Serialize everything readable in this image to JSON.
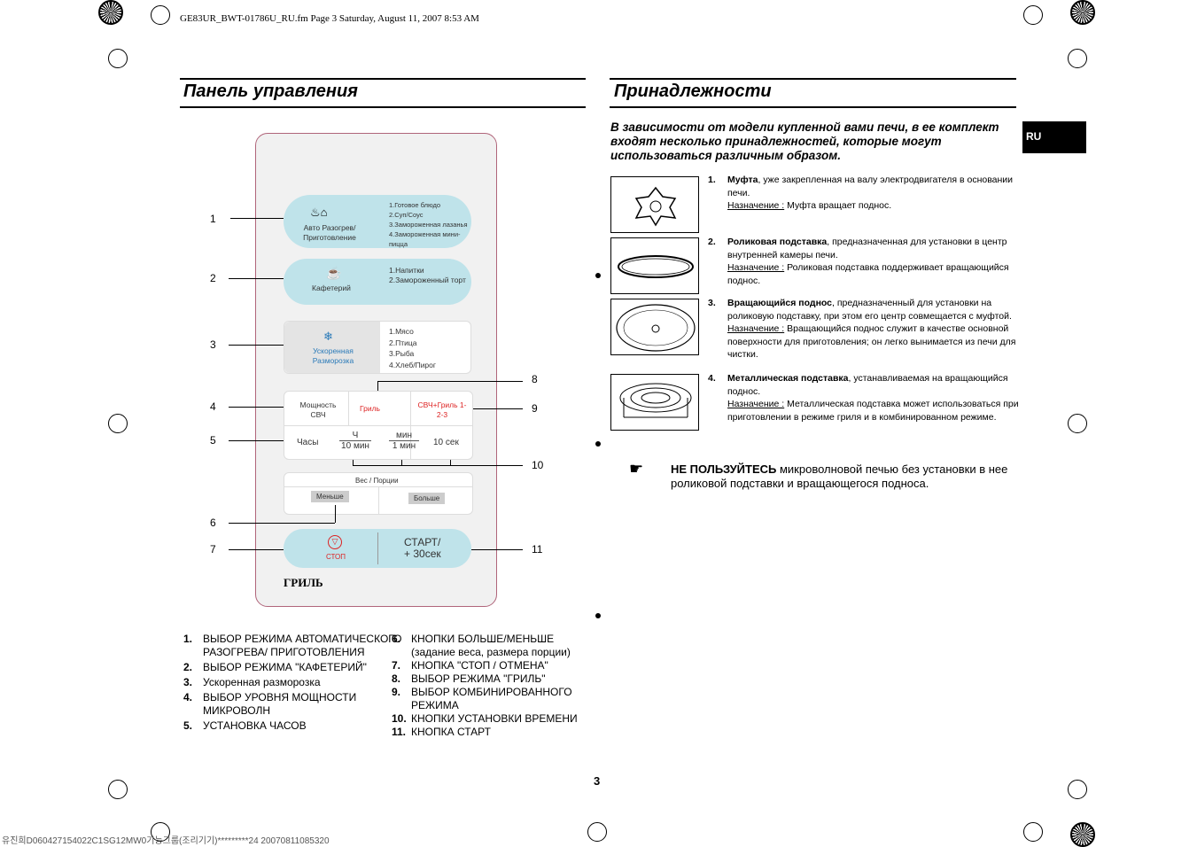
{
  "header": "GE83UR_BWT-01786U_RU.fm  Page 3  Saturday, August 11, 2007  8:53 AM",
  "left_title": "Панель управления",
  "right_title": "Принадлежности",
  "lang_tab": "RU",
  "intro": "В зависимости от модели купленной вами печи, в ее комплект входят несколько принадлежностей, которые могут использоваться различным образом.",
  "accessories": [
    {
      "num": "1.",
      "name": "Муфта",
      "desc": ", уже закрепленная на валу электродвигателя в основании печи.",
      "purpose_label": "Назначение :",
      "purpose": " Муфта вращает поднос."
    },
    {
      "num": "2.",
      "name": "Роликовая подставка",
      "desc": ", предназначенная для установки в центр внутренней камеры печи.",
      "purpose_label": "Назначение :",
      "purpose": " Роликовая подставка поддерживает вращающийся поднос."
    },
    {
      "num": "3.",
      "name": "Вращающийся поднос",
      "desc": ", предназначенный для установки на роликовую подставку, при этом его центр совмещается с муфтой.",
      "purpose_label": "Назначение :",
      "purpose": " Вращающийся поднос служит в качестве основной поверхности для приготовления; он легко вынимается из печи для чистки."
    },
    {
      "num": "4.",
      "name": "Металлическая подставка",
      "desc": ", устанавливаемая на вращающийся поднос.",
      "purpose_label": "Назначение :",
      "purpose": " Металлическая подставка может использоваться при приготовлении в режиме гриля и в комбинированном режиме."
    }
  ],
  "note_bold": "НЕ ПОЛЬЗУЙТЕСЬ",
  "note_rest": " микроволновой печью без установки в нее роликовой подставки и вращающегося подноса.",
  "panel": {
    "auto_label": "Авто Разогрев/ Приготовление",
    "auto_items": [
      "1.Готовое блюдо",
      "2.Суп/Соус",
      "3.Замороженная лазанья",
      "4.Замороженная мини-пицца"
    ],
    "cafe_label": "Кафетерий",
    "cafe_items": [
      "1.Напитки",
      "2.Замороженный торт"
    ],
    "defrost_label": "Ускоренная Разморозка",
    "defrost_items": [
      "1.Мясо",
      "2.Птица",
      "3.Рыба",
      "4.Хлеб/Пирог"
    ],
    "power": "Мощность СВЧ",
    "grill": "Гриль",
    "combo": "СВЧ+Гриль 1-2-3",
    "clock": "Часы",
    "hour_top": "Ч",
    "hour_bot": "10 мин",
    "min_top": "мин",
    "min_bot": "1 мин",
    "sec10": "10 сек",
    "weight": "Вес / Порции",
    "less": "Меньше",
    "more": "Больше",
    "stop": "СТОП",
    "start": "СТАРТ/",
    "plus30": "+ 30сек",
    "brand": "ГРИЛЬ"
  },
  "callouts": [
    "1",
    "2",
    "3",
    "4",
    "5",
    "6",
    "7",
    "8",
    "9",
    "10",
    "11"
  ],
  "list_left": [
    {
      "n": "1.",
      "t": "ВЫБОР РЕЖИМА АВТОМАТИЧЕСКОГО РАЗОГРЕВА/ ПРИГОТОВЛЕНИЯ"
    },
    {
      "n": "2.",
      "t": "ВЫБОР РЕЖИМА \"КАФЕТЕРИЙ\""
    },
    {
      "n": "3.",
      "t": "Ускоренная разморозка"
    },
    {
      "n": "4.",
      "t": "ВЫБОР УРОВНЯ МОЩНОСТИ МИКРОВОЛН"
    },
    {
      "n": "5.",
      "t": "УСТАНОВКА ЧАСОВ"
    }
  ],
  "list_right": [
    {
      "n": "6.",
      "t": "КНОПКИ БОЛЬШЕ/МЕНЬШЕ (задание веса, размера порции)"
    },
    {
      "n": "7.",
      "t": "КНОПКА \"СТОП / ОТМЕНА\""
    },
    {
      "n": "8.",
      "t": "ВЫБОР РЕЖИМА \"ГРИЛЬ\""
    },
    {
      "n": "9.",
      "t": "ВЫБОР КОМБИНИРОВАННОГО РЕЖИМА"
    },
    {
      "n": "10.",
      "t": "КНОПКИ УСТАНОВКИ ВРЕМЕНИ"
    },
    {
      "n": "11.",
      "t": "КНОПКА СТАРТ"
    }
  ],
  "page_number": "3",
  "footer": "유진희D060427154022C1SG12MW0기능그룹(조리기기)*********24 20070811085320"
}
